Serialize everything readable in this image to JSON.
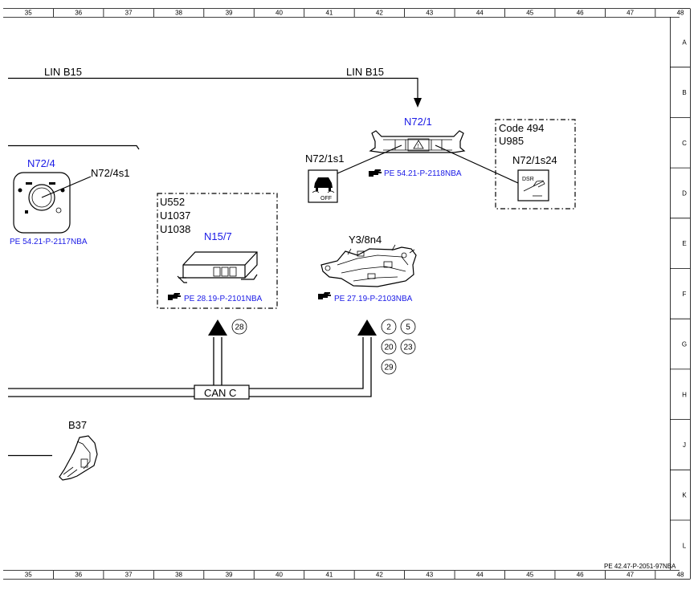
{
  "ruler": {
    "columns": [
      "35",
      "36",
      "37",
      "38",
      "39",
      "40",
      "41",
      "42",
      "43",
      "44",
      "45",
      "46",
      "47",
      "48"
    ],
    "rows": [
      "A",
      "B",
      "C",
      "D",
      "E",
      "F",
      "G",
      "H",
      "J",
      "K",
      "L"
    ]
  },
  "buses": {
    "lin_left": "LIN B15",
    "lin_right": "LIN B15",
    "can": "CAN C"
  },
  "n72_1": {
    "id": "N72/1",
    "ref": "PE 54.21-P-2118NBA"
  },
  "n72_1s1": {
    "id": "N72/1s1",
    "icon_text": "OFF"
  },
  "n72_1s24": {
    "id": "N72/1s24",
    "code": "Code 494",
    "variant": "U985",
    "icon_text": "DSR"
  },
  "n72_4": {
    "id": "N72/4",
    "sub": "N72/4s1",
    "ref": "PE 54.21-P-2117NBA"
  },
  "n15_7": {
    "id": "N15/7",
    "codes": [
      "U552",
      "U1037",
      "U1038"
    ],
    "ref": "PE 28.19-P-2101NBA"
  },
  "y3_8n4": {
    "id": "Y3/8n4",
    "ref": "PE 27.19-P-2103NBA"
  },
  "b37": {
    "id": "B37"
  },
  "connections_n15_7": [
    "28"
  ],
  "connections_y3": [
    "2",
    "5",
    "20",
    "23",
    "29"
  ],
  "footer": "PE 42.47-P-2051-97NBA"
}
